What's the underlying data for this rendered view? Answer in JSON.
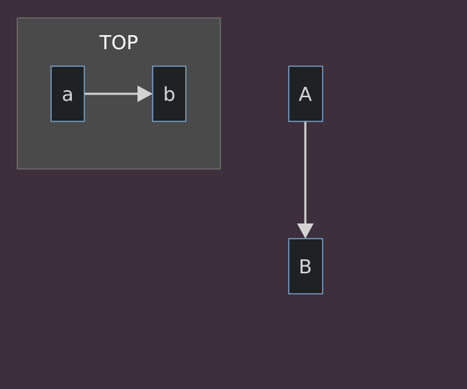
{
  "colors": {
    "background": "#3d2f3b",
    "cluster_fill": "#4a4a4a",
    "cluster_stroke": "#6f6f6f",
    "node_fill": "#1f2122",
    "node_stroke": "#7aa6d1",
    "edge": "#d3d3d3",
    "text": "#d6d6d6"
  },
  "cluster": {
    "label": "TOP"
  },
  "nodes": {
    "a": {
      "label": "a"
    },
    "b": {
      "label": "b"
    },
    "A": {
      "label": "A"
    },
    "B": {
      "label": "B"
    }
  },
  "edges": [
    {
      "from": "a",
      "to": "b"
    },
    {
      "from": "A",
      "to": "B"
    }
  ]
}
